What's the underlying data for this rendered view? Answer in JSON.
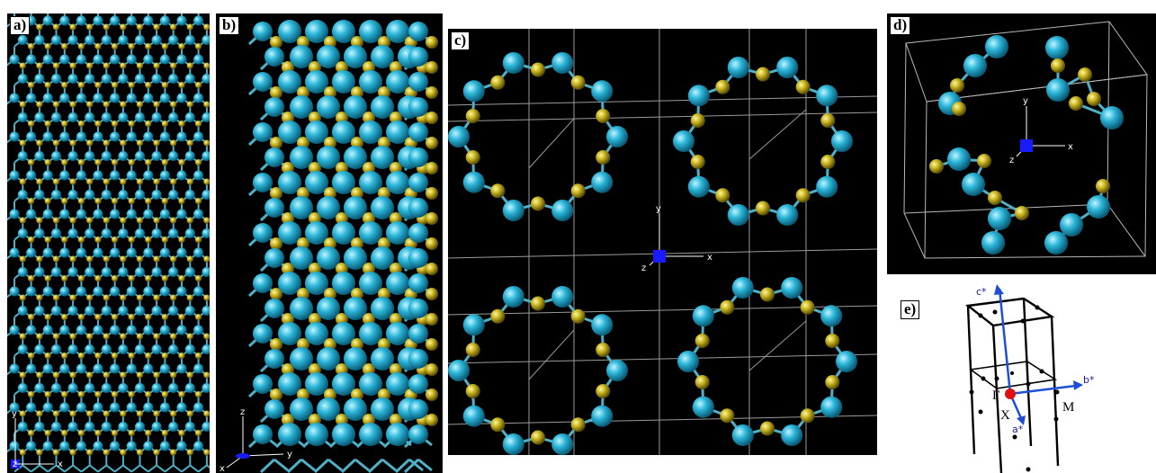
{
  "panels": {
    "a": {
      "label": "a)"
    },
    "b": {
      "label": "b)"
    },
    "c": {
      "label": "c)"
    },
    "d": {
      "label": "d)"
    },
    "e": {
      "label": "e)"
    }
  },
  "axes": {
    "a": {
      "vertical": "y",
      "horizontal": "x",
      "out": "z"
    },
    "b": {
      "vertical": "z",
      "horizontal": "y",
      "out": "x"
    },
    "c": {
      "vertical": "y",
      "horizontal": "x",
      "out": "z"
    },
    "d": {
      "vertical": "y",
      "horizontal": "x",
      "out": "z"
    }
  },
  "brillouin": {
    "c_star": "c*",
    "b_star": "b*",
    "a_star": "a*",
    "gamma": "Γ",
    "x_point": "X",
    "m_point": "M"
  },
  "colors": {
    "atom_cyan": "#2bb5d8",
    "atom_yellow": "#c9b521",
    "background": "#000000",
    "gamma_point": "#e01010",
    "vector_blue": "#1e4fd8",
    "origin_marker": "#1a1aff"
  }
}
